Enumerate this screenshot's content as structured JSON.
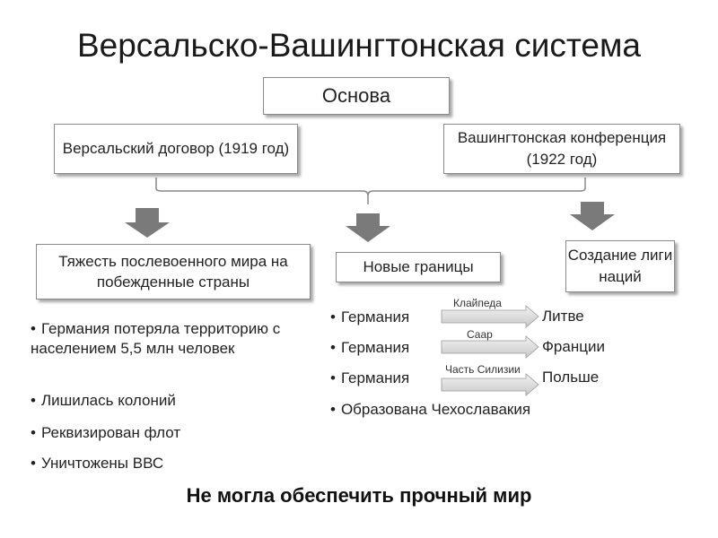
{
  "title": "Версальско-Вашингтонская система",
  "basis": "Основа",
  "treaty": "Версальский договор (1919 год)",
  "conference": "Вашингтонская конференция (1922 год)",
  "consequences": {
    "hardship": "Тяжесть послевоенного мира на побежденные страны",
    "borders": "Новые границы",
    "league": "Создание лиги наций"
  },
  "hardship_points": [
    "Германия потеряла территорию с населением 5,5 млн человек",
    "Лишилась колоний",
    "Реквизирован флот",
    "Уничтожены ВВС"
  ],
  "border_changes": [
    {
      "from": "Германия",
      "region": "Клайпеда",
      "to": "Литве"
    },
    {
      "from": "Германия",
      "region": "Саар",
      "to": "Франции"
    },
    {
      "from": "Германия",
      "region": "Часть Силизии",
      "to": "Польше"
    }
  ],
  "border_extra": "Образована Чехославакия",
  "conclusion": "Не могла обеспечить прочный мир",
  "colors": {
    "arrow_fill": "#7a7a7a",
    "small_arrow_fill": "#d9d9d9",
    "box_border": "#8a8a8a"
  }
}
